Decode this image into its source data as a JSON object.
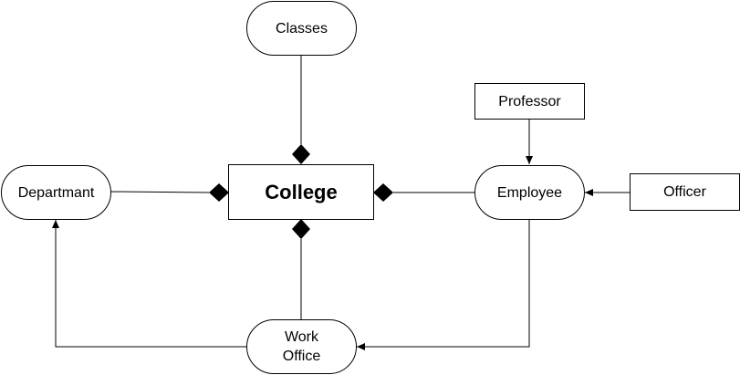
{
  "diagram": {
    "nodes": {
      "classes": "Classes",
      "professor": "Professor",
      "departmant": "Departmant",
      "college": "College",
      "employee": "Employee",
      "officer": "Officer",
      "work_office": "Work\nOffice"
    },
    "edges": [
      {
        "from": "Classes",
        "to": "College",
        "type": "composition"
      },
      {
        "from": "Departmant",
        "to": "College",
        "type": "composition"
      },
      {
        "from": "Employee",
        "to": "College",
        "type": "composition"
      },
      {
        "from": "Work Office",
        "to": "College",
        "type": "composition"
      },
      {
        "from": "Professor",
        "to": "Employee",
        "type": "arrow"
      },
      {
        "from": "Officer",
        "to": "Employee",
        "type": "arrow"
      },
      {
        "from": "Work Office",
        "to": "Departmant",
        "type": "arrow"
      },
      {
        "from": "Employee",
        "to": "Work Office",
        "type": "arrow"
      }
    ],
    "colors": {
      "stroke": "#000000",
      "fill": "#ffffff"
    }
  }
}
